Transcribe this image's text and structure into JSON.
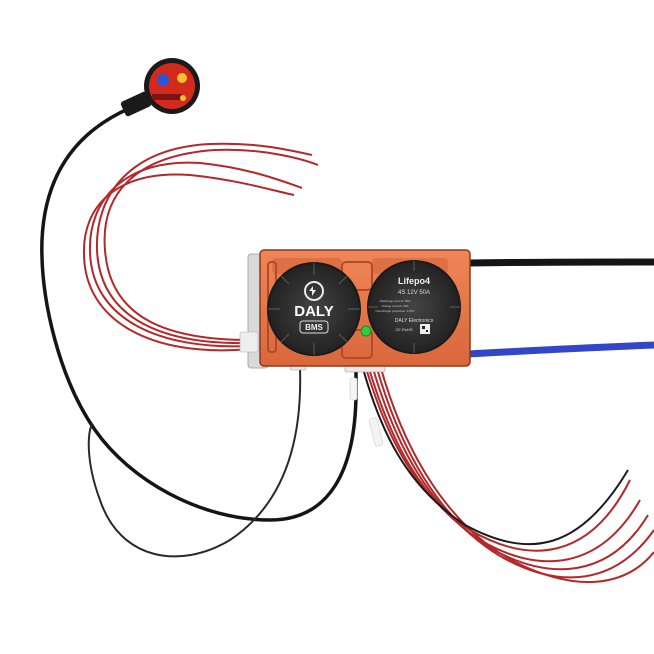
{
  "product": {
    "brand": "DALY",
    "module": "BMS",
    "chemistry": "Lifepo4",
    "spec": "4S 12V 50A",
    "company": "DALY Electronics",
    "spec_lines": [
      "Discharge current: 50A",
      "Charge current: 25A",
      "Overcharge protection: 3.65V"
    ],
    "cert": "CE RoHS"
  },
  "colors": {
    "board": "#e8764a",
    "board_dark": "#c65a32",
    "fan": "#2f2f2f",
    "led": "#2ecc40",
    "wire_black": "#151515",
    "wire_blue": "#3346c7",
    "wire_red": "#b3282b",
    "switch": "#d42a1e"
  }
}
